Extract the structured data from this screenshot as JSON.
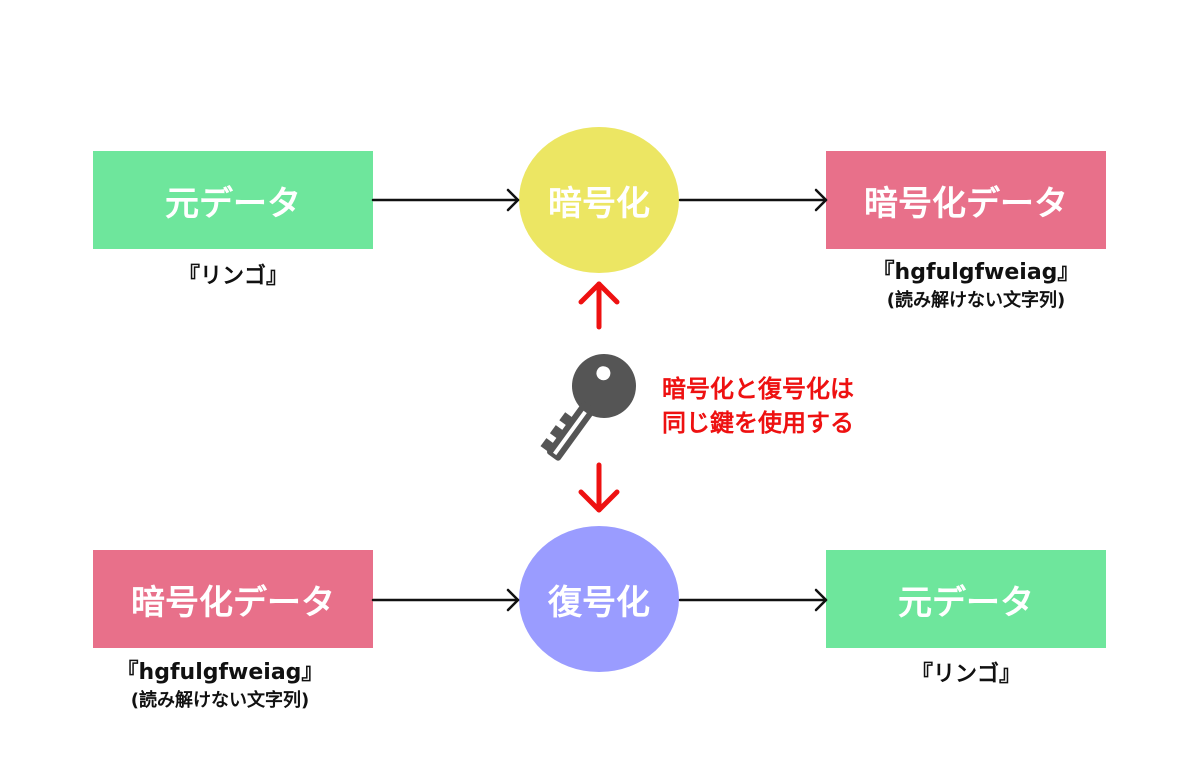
{
  "encrypt_row": {
    "source": {
      "label": "元データ",
      "caption": "『リンゴ』"
    },
    "process": {
      "label": "暗号化"
    },
    "result": {
      "label": "暗号化データ",
      "caption": "『hgfulgfweiag』",
      "caption_sub": "(読み解けない文字列)"
    }
  },
  "key_note": {
    "line1": "暗号化と復号化は",
    "line2": "同じ鍵を使用する",
    "icon": "key-icon"
  },
  "decrypt_row": {
    "source": {
      "label": "暗号化データ",
      "caption": "『hgfulgfweiag』",
      "caption_sub": "(読み解けない文字列)"
    },
    "process": {
      "label": "復号化"
    },
    "result": {
      "label": "元データ",
      "caption": "『リンゴ』"
    }
  },
  "colors": {
    "original_data": "#6ee69c",
    "encrypted_data": "#e8708a",
    "encrypt_circle": "#ece663",
    "decrypt_circle": "#9a9cff",
    "key_arrows": "#ee1111",
    "flow_arrows": "#111111",
    "key_icon": "#555555"
  }
}
